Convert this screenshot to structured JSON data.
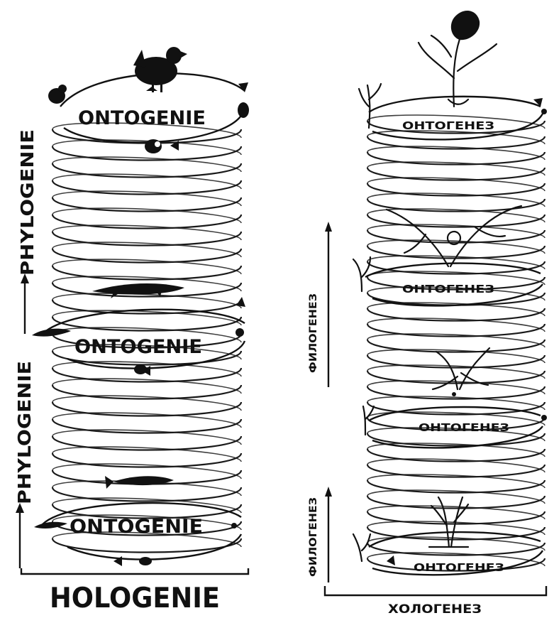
{
  "left_diagram": {
    "ontogeny_labels": [
      "ONTOGENIE",
      "ONTOGENIE",
      "ONTOGENIE"
    ],
    "phylogeny_labels": [
      "PHYLOGENIE",
      "PHYLOGENIE"
    ],
    "hologeny_label": "HOLOGENIE",
    "stages": [
      "chicken",
      "lizard",
      "fish"
    ]
  },
  "right_diagram": {
    "ontogeny_labels": [
      "ОНТОГЕНЕЗ",
      "ОНТОГЕНЕЗ",
      "ОНТОГЕНЕЗ",
      "ОНТОГЕНЕЗ"
    ],
    "phylogeny_labels": [
      "ФИЛОГЕНЕЗ",
      "ФИЛОГЕНЕЗ"
    ],
    "hologeny_label": "ХОЛОГЕНЕЗ",
    "stages": [
      "flowering-plant",
      "fern",
      "moss",
      "alga"
    ]
  },
  "colors": {
    "ink": "#111111",
    "background": "#ffffff"
  }
}
